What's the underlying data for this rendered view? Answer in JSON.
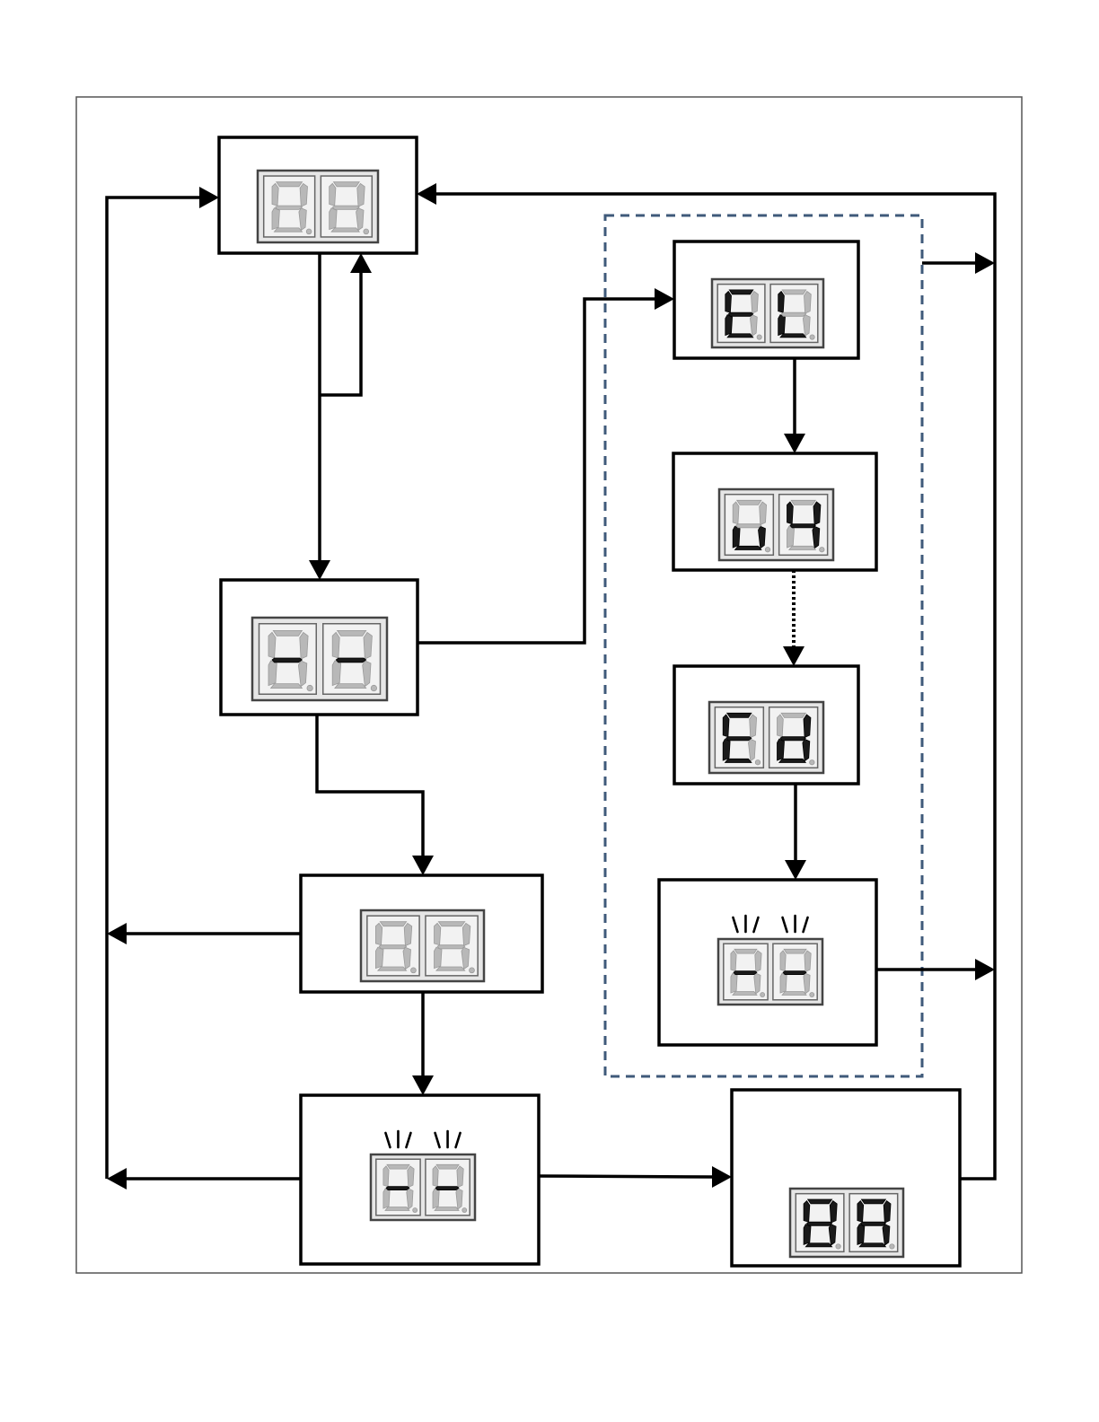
{
  "colors": {
    "line": "#000000",
    "frame": "#555555",
    "dashed_group": "#3f5a7a",
    "segment_on": "#1a1a1a",
    "segment_off": "#b8b8b8",
    "display_face": "#e6e6e6",
    "display_bezel": "#444444"
  },
  "states": [
    {
      "id": "standby",
      "display": [
        "8",
        "8"
      ],
      "segments_lit": [
        [],
        []
      ],
      "blinking": false
    },
    {
      "id": "dash-steady",
      "display": [
        "-",
        "-"
      ],
      "segments_lit": [
        [
          "g"
        ],
        [
          "g"
        ]
      ],
      "blinking": false
    },
    {
      "id": "code-e-l",
      "display": [
        "E",
        "L"
      ],
      "segments_lit": [
        [
          "a",
          "d",
          "e",
          "f",
          "g"
        ],
        [
          "d",
          "e",
          "f"
        ]
      ],
      "blinking": false
    },
    {
      "id": "code-u-4",
      "display": [
        "u",
        "4"
      ],
      "segments_lit": [
        [
          "c",
          "d",
          "e"
        ],
        [
          "b",
          "c",
          "f",
          "g"
        ]
      ],
      "blinking": false
    },
    {
      "id": "code-e-d",
      "display": [
        "E",
        "d"
      ],
      "segments_lit": [
        [
          "a",
          "d",
          "e",
          "f",
          "g"
        ],
        [
          "b",
          "c",
          "d",
          "e",
          "g"
        ]
      ],
      "blinking": false
    },
    {
      "id": "dash-blinking-group",
      "display": [
        "-",
        "-"
      ],
      "segments_lit": [
        [
          "g"
        ],
        [
          "g"
        ]
      ],
      "blinking": true
    },
    {
      "id": "all-off",
      "display": [
        "8",
        "8"
      ],
      "segments_lit": [
        [],
        []
      ],
      "blinking": false
    },
    {
      "id": "dash-blinking",
      "display": [
        "-",
        "-"
      ],
      "segments_lit": [
        [
          "g"
        ],
        [
          "g"
        ]
      ],
      "blinking": true
    },
    {
      "id": "all-on",
      "display": [
        "8",
        "8"
      ],
      "segments_lit": [
        [
          "a",
          "b",
          "c",
          "d",
          "e",
          "f",
          "g"
        ],
        [
          "a",
          "b",
          "c",
          "d",
          "e",
          "f",
          "g"
        ]
      ],
      "blinking": false
    }
  ],
  "transitions": [
    {
      "from": "standby",
      "to": "dash-steady",
      "style": "solid"
    },
    {
      "from": "dash-steady",
      "to": "standby",
      "style": "solid"
    },
    {
      "from": "dash-steady",
      "to": "code-e-l",
      "style": "solid"
    },
    {
      "from": "dash-steady",
      "to": "all-off",
      "style": "solid"
    },
    {
      "from": "code-e-l",
      "to": "code-u-4",
      "style": "solid"
    },
    {
      "from": "code-u-4",
      "to": "code-e-d",
      "style": "dotted"
    },
    {
      "from": "code-e-d",
      "to": "dash-blinking-group",
      "style": "solid"
    },
    {
      "from": "all-off",
      "to": "dash-blinking",
      "style": "solid"
    },
    {
      "from": "all-off",
      "to": "standby",
      "style": "solid"
    },
    {
      "from": "dash-blinking",
      "to": "standby",
      "style": "solid"
    },
    {
      "from": "dash-blinking",
      "to": "all-on",
      "style": "solid"
    },
    {
      "from": "dash-blinking-group",
      "to": "standby",
      "style": "solid"
    },
    {
      "from": "all-on",
      "to": "standby",
      "style": "solid"
    }
  ]
}
